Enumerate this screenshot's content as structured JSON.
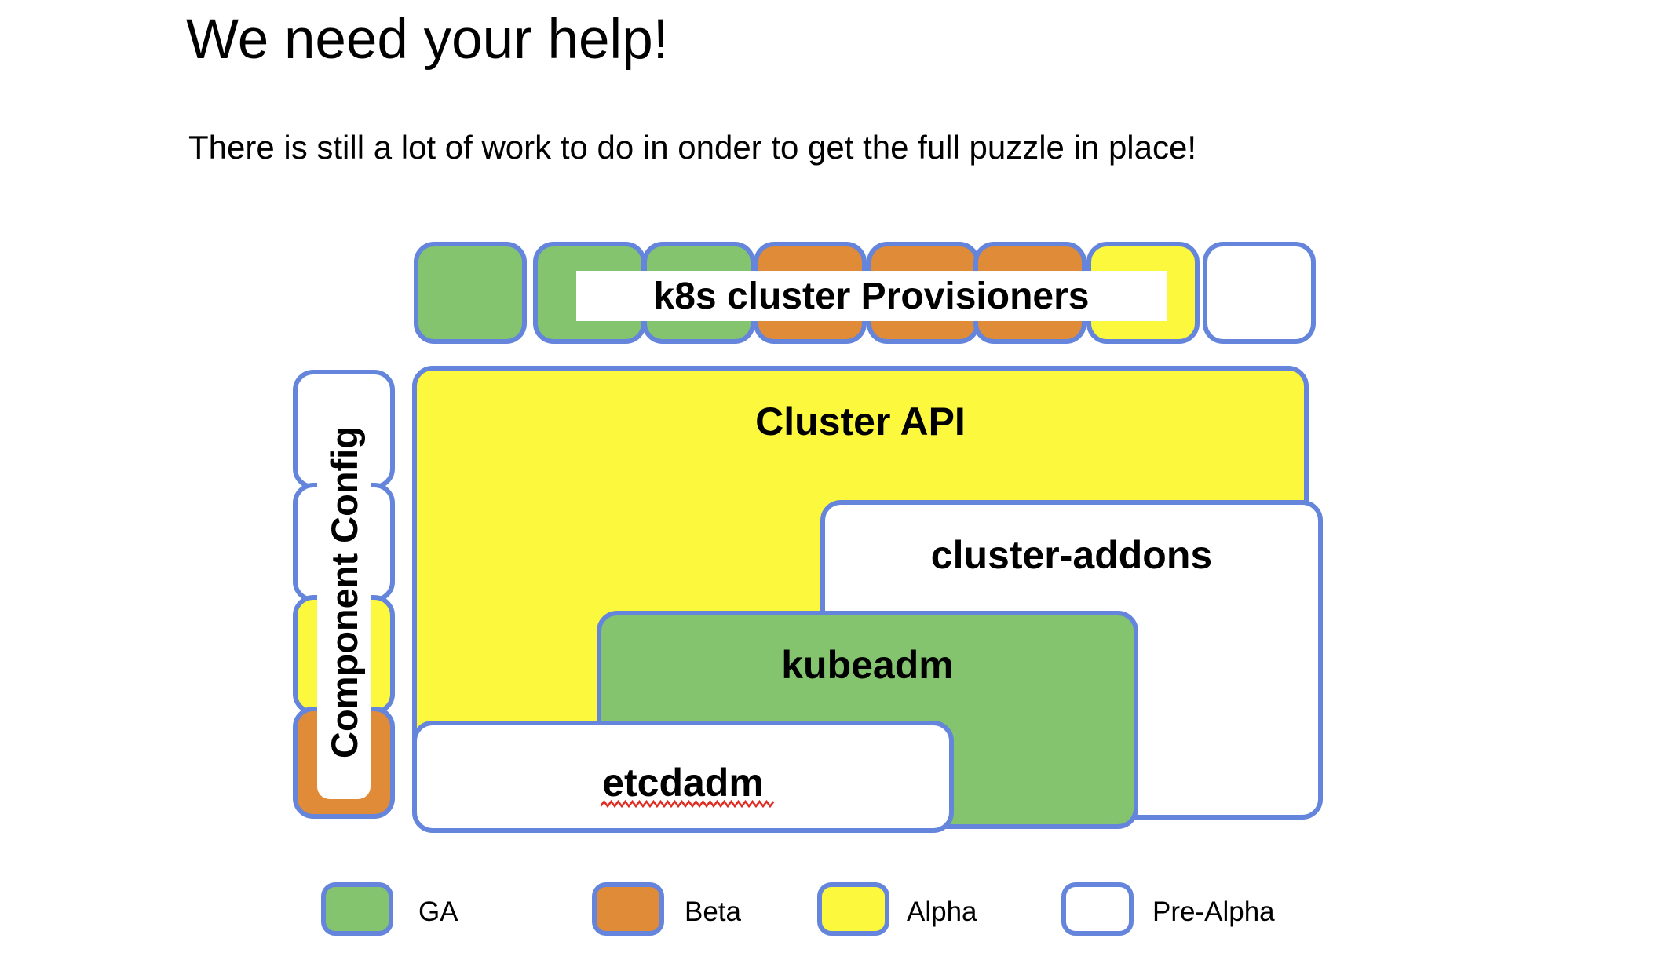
{
  "colors": {
    "ga_green": "#84c46f",
    "beta_orange": "#e08b38",
    "alpha_yellow": "#fbf83d",
    "prealpha_white": "#ffffff",
    "border_blue": "#6485db",
    "text_black": "#000000",
    "spellcheck_red": "#e02b20",
    "page_background": "#ffffff"
  },
  "header": {
    "title": "We need your help!",
    "subtitle": "There is still a lot of work to do in onder to get the full puzzle in place!"
  },
  "diagram": {
    "provisioners_row": {
      "label": "k8s cluster Provisioners",
      "boxes": [
        {
          "maturity": "GA",
          "fill": "#84c46f"
        },
        {
          "maturity": "GA",
          "fill": "#84c46f"
        },
        {
          "maturity": "GA",
          "fill": "#84c46f"
        },
        {
          "maturity": "Beta",
          "fill": "#e08b38"
        },
        {
          "maturity": "Beta",
          "fill": "#e08b38"
        },
        {
          "maturity": "Beta",
          "fill": "#e08b38"
        },
        {
          "maturity": "Alpha",
          "fill": "#fbf83d"
        },
        {
          "maturity": "Pre-Alpha",
          "fill": "#ffffff"
        }
      ]
    },
    "component_config_column": {
      "label": "Component Config",
      "boxes": [
        {
          "maturity": "Pre-Alpha",
          "fill": "#ffffff"
        },
        {
          "maturity": "Pre-Alpha",
          "fill": "#ffffff"
        },
        {
          "maturity": "Alpha",
          "fill": "#fbf83d"
        },
        {
          "maturity": "Beta",
          "fill": "#e08b38"
        }
      ]
    },
    "nested_components": [
      {
        "label": "Cluster API",
        "maturity": "Alpha",
        "fill": "#fbf83d",
        "spellcheck_error": false
      },
      {
        "label": "cluster-addons",
        "maturity": "Pre-Alpha",
        "fill": "#ffffff",
        "spellcheck_error": false
      },
      {
        "label": "kubeadm",
        "maturity": "GA",
        "fill": "#84c46f",
        "spellcheck_error": false
      },
      {
        "label": "etcdadm",
        "maturity": "Pre-Alpha",
        "fill": "#ffffff",
        "spellcheck_error": true
      }
    ]
  },
  "legend": {
    "items": [
      {
        "label": "GA",
        "fill": "#84c46f"
      },
      {
        "label": "Beta",
        "fill": "#e08b38"
      },
      {
        "label": "Alpha",
        "fill": "#fbf83d"
      },
      {
        "label": "Pre-Alpha",
        "fill": "#ffffff"
      }
    ]
  }
}
